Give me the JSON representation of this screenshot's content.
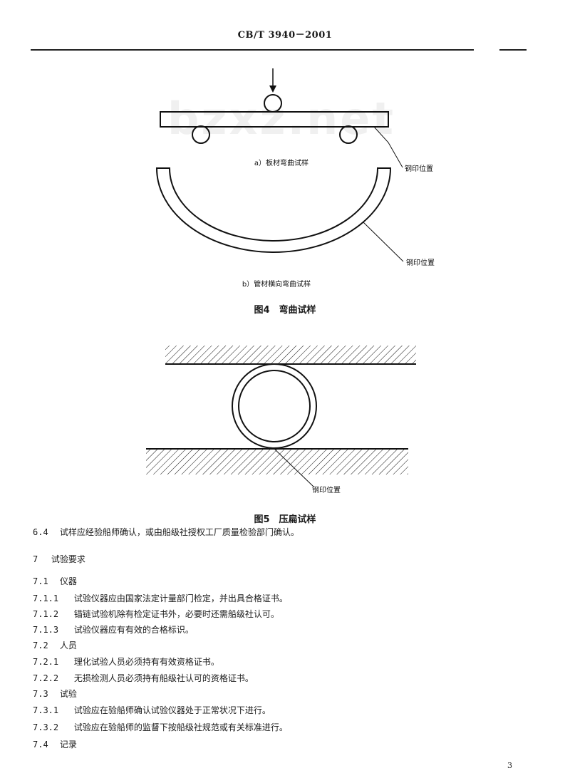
{
  "header": {
    "doc_code": "CB/T 3940－2001"
  },
  "watermark": "bzxz.net",
  "figure4": {
    "label_a": "a）板材弯曲试样",
    "label_b": "b）管材横向弯曲试样",
    "stamp_a": "钢印位置",
    "stamp_b": "钢印位置",
    "caption": "图4　弯曲试样"
  },
  "figure5": {
    "stamp": "钢印位置",
    "caption": "图5　压扁试样"
  },
  "lines": [
    {
      "num": "6.4",
      "text": "试样应经验船师确认，或由船级社授权工厂质量检验部门确认。"
    },
    {
      "num": "7",
      "text": "试验要求"
    },
    {
      "num": "7.1",
      "text": "仪器"
    },
    {
      "num": "7.1.1",
      "text": "试验仪器应由国家法定计量部门检定，并出具合格证书。"
    },
    {
      "num": "7.1.2",
      "text": "锚链试验机除有检定证书外，必要时还需船级社认可。"
    },
    {
      "num": "7.1.3",
      "text": "试验仪器应有有效的合格标识。"
    },
    {
      "num": "7.2",
      "text": "人员"
    },
    {
      "num": "7.2.1",
      "text": "理化试验人员必须持有有效资格证书。"
    },
    {
      "num": "7.2.2",
      "text": "无损检测人员必须持有船级社认可的资格证书。"
    },
    {
      "num": "7.3",
      "text": "试验"
    },
    {
      "num": "7.3.1",
      "text": "试验应在验船师确认试验仪器处于正常状况下进行。"
    },
    {
      "num": "7.3.2",
      "text": "试验应在验船师的监督下按船级社规范或有关标准进行。"
    },
    {
      "num": "7.4",
      "text": "记录"
    }
  ],
  "page_number": "3"
}
